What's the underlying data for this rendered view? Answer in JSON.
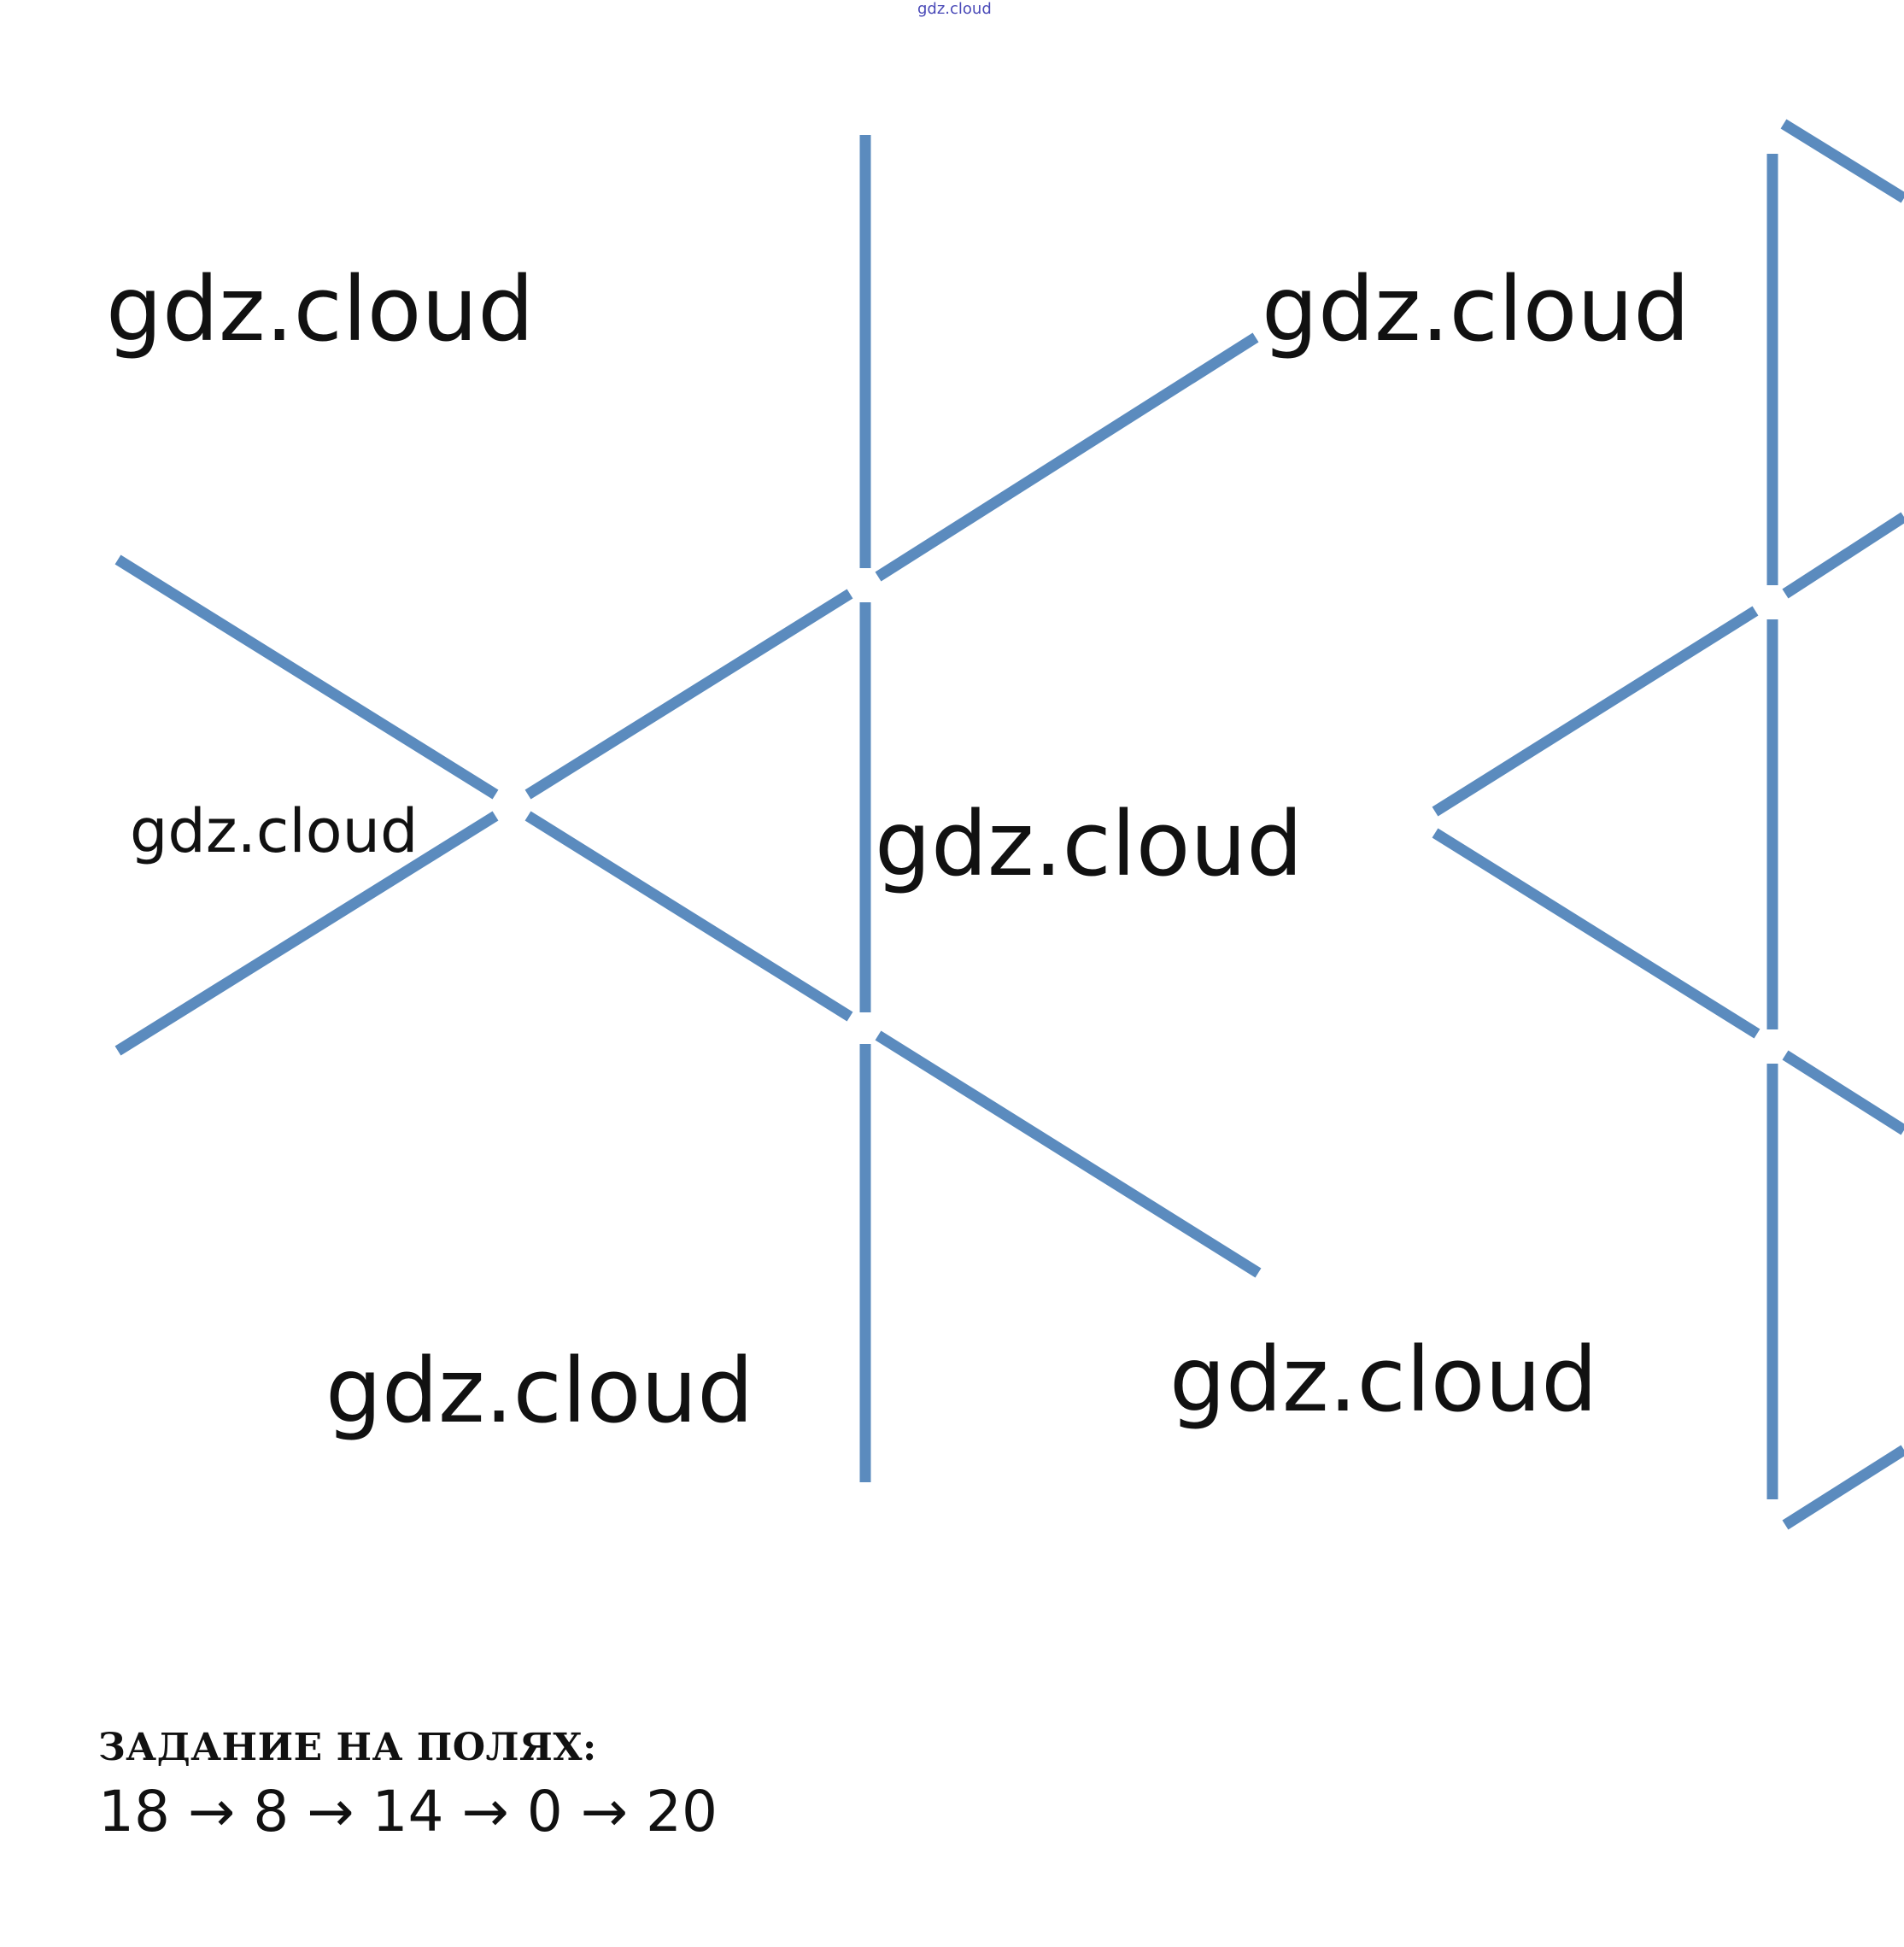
{
  "header": {
    "site_mark": "gdz.cloud"
  },
  "watermarks": [
    "gdz.cloud",
    "gdz.cloud",
    "gdz.cloud",
    "gdz.cloud",
    "gdz.cloud",
    "gdz.cloud"
  ],
  "task": {
    "label": "ЗАДАНИЕ НА ПОЛЯХ:",
    "sequence": "18 → 8 → 14 → 0 → 20"
  },
  "colors": {
    "stick": "#5b8bbe",
    "text": "#111111"
  }
}
